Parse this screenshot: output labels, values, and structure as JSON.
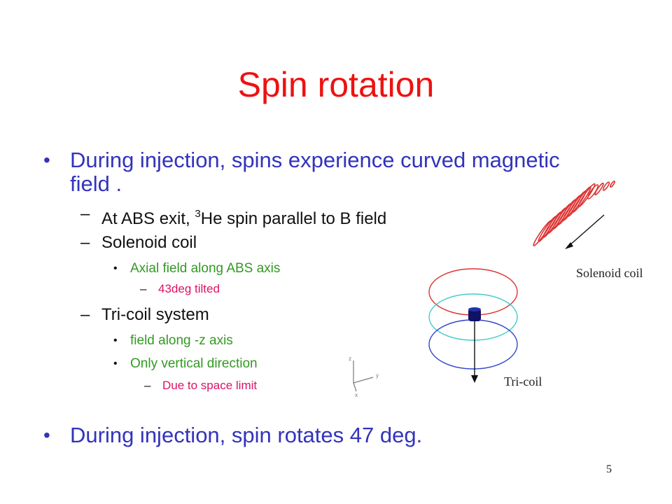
{
  "slide": {
    "title": "Spin rotation",
    "page_number": "5"
  },
  "bullets": {
    "b1": "During injection, spins experience curved magnetic field .",
    "b1_sub1_pre": "At ABS exit, ",
    "b1_sub1_sup": "3",
    "b1_sub1_post": "He spin parallel  to B field",
    "b1_sub2": "Solenoid coil",
    "b1_sub2_item": "Axial field along ABS axis",
    "b1_sub2_item_sub": " 43deg tilted",
    "b1_sub3": "Tri-coil system",
    "b1_sub3_item1": "field along -z axis",
    "b1_sub3_item2": "Only vertical direction",
    "b1_sub3_item2_sub": "Due to space limit",
    "b2": "During injection, spin rotates 47 deg."
  },
  "figures": {
    "solenoid_label": "Solenoid coil",
    "tricoil_label": "Tri-coil",
    "axis_z": "z",
    "axis_y": "y",
    "axis_x": "x"
  },
  "colors": {
    "title": "#ee1111",
    "bullet": "#3333bb",
    "level3": "#339922",
    "level4": "#dd1166",
    "coil_red": "#dd3333",
    "coil_cyan": "#44cccc",
    "coil_blue": "#3344cc"
  }
}
